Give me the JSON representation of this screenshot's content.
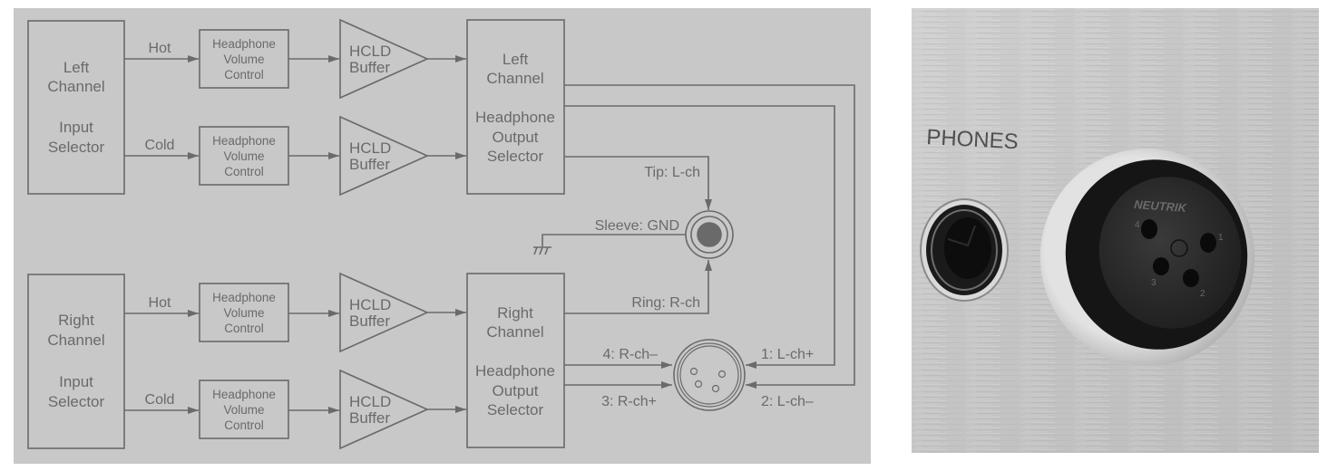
{
  "diagram": {
    "title": "Balanced headphone output block diagram",
    "colors": {
      "background": "#c8c8c8",
      "line": "#6a6a6a",
      "page": "#ffffff"
    },
    "channels": [
      {
        "id": "left",
        "input_selector": {
          "line1": "Left",
          "line2": "Channel",
          "line3": "Input",
          "line4": "Selector"
        },
        "hot_label": "Hot",
        "cold_label": "Cold",
        "volume_hot": {
          "line1": "Headphone",
          "line2": "Volume",
          "line3": "Control"
        },
        "volume_cold": {
          "line1": "Headphone",
          "line2": "Volume",
          "line3": "Control"
        },
        "buffer_hot": {
          "line1": "HCLD",
          "line2": "Buffer"
        },
        "buffer_cold": {
          "line1": "HCLD",
          "line2": "Buffer"
        },
        "output_selector": {
          "line1": "Left",
          "line2": "Channel",
          "line3": "Headphone",
          "line4": "Output",
          "line5": "Selector"
        }
      },
      {
        "id": "right",
        "input_selector": {
          "line1": "Right",
          "line2": "Channel",
          "line3": "Input",
          "line4": "Selector"
        },
        "hot_label": "Hot",
        "cold_label": "Cold",
        "volume_hot": {
          "line1": "Headphone",
          "line2": "Volume",
          "line3": "Control"
        },
        "volume_cold": {
          "line1": "Headphone",
          "line2": "Volume",
          "line3": "Control"
        },
        "buffer_hot": {
          "line1": "HCLD",
          "line2": "Buffer"
        },
        "buffer_cold": {
          "line1": "HCLD",
          "line2": "Buffer"
        },
        "output_selector": {
          "line1": "Right",
          "line2": "Channel",
          "line3": "Headphone",
          "line4": "Output",
          "line5": "Selector"
        }
      }
    ],
    "trs_jack": {
      "tip_label": "Tip: L-ch",
      "sleeve_label": "Sleeve: GND",
      "ring_label": "Ring: R-ch"
    },
    "xlr": {
      "pin1_label": "1: L-ch+",
      "pin2_label": "2: L-ch–",
      "pin3_label": "3: R-ch+",
      "pin4_label": "4: R-ch–"
    }
  },
  "photo": {
    "panel_label": "PHONES",
    "xlr_brand": "NEUTRIK",
    "xlr_pins": [
      "1",
      "2",
      "3",
      "4"
    ]
  }
}
